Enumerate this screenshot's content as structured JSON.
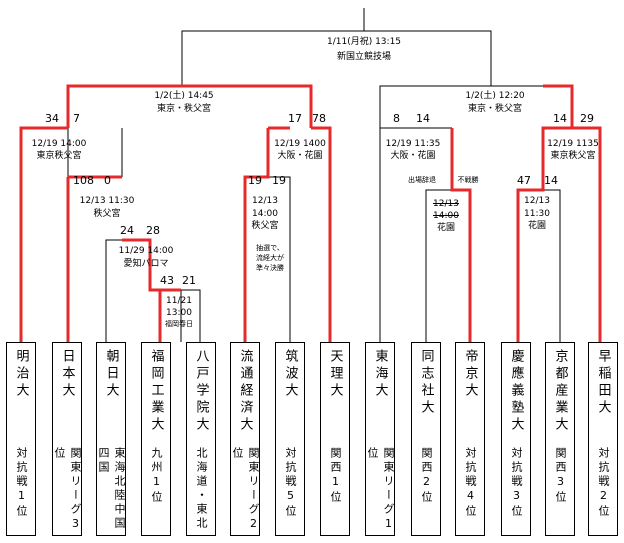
{
  "final": {
    "date": "1/11(月祝) 13:15",
    "venue": "新国立競技場"
  },
  "semis": [
    {
      "date": "1/2(土) 14:45",
      "venue": "東京・秩父宮"
    },
    {
      "date": "1/2(土) 12:20",
      "venue": "東京・秩父宮"
    }
  ],
  "quarters": [
    {
      "date": "12/19 14:00",
      "venue": "東京秩父宮"
    },
    {
      "date": "12/19 1400",
      "venue": "大阪・花園"
    },
    {
      "date": "12/19 11:35",
      "venue": "大阪・花園"
    },
    {
      "date": "12/19 1135",
      "venue": "東京秩父宮"
    }
  ],
  "r3": [
    {
      "date": "12/13 11:30",
      "venue": "秩父宮"
    },
    {
      "date": "12/13",
      "time": "14:00",
      "venue": "秩父宮"
    },
    {
      "date": "12/13",
      "time": "14:00",
      "venue": "花園"
    },
    {
      "date": "12/13",
      "time": "11:30",
      "venue": "花園"
    }
  ],
  "r2": {
    "date": "11/29 14:00",
    "venue": "愛知パロマ"
  },
  "r1": {
    "date": "11/21",
    "time": "13:00",
    "venue": "福岡春日"
  },
  "notes": {
    "lottery_l1": "抽選で、",
    "lottery_l2": "流経大が",
    "lottery_l3": "準々決勝",
    "withdraw": "出場辞退",
    "walkover": "不戦勝"
  },
  "scores": {
    "sf1_left": "34",
    "sf1_right": "7",
    "sf1b_left": "17",
    "sf1b_right": "78",
    "sf2_left": "8",
    "sf2_right": "14",
    "sf2b_left": "14",
    "sf2b_right": "29",
    "qf1_left": "108",
    "qf1_right": "0",
    "qf2_left": "19",
    "qf2_right": "19",
    "qf4_left": "47",
    "qf4_right": "14",
    "r3a_left": "24",
    "r3a_right": "28",
    "r2_left": "43",
    "r2_right": "21"
  },
  "teams": [
    {
      "name": "明治大",
      "qual": "対抗戦1位"
    },
    {
      "name": "日本大",
      "qual": "関東リーグ3位"
    },
    {
      "name": "朝日大",
      "qual": "東海北陸中国四国"
    },
    {
      "name": "福岡工業大",
      "qual": "九州1位"
    },
    {
      "name": "八戸学院大",
      "qual": "北海道・東北"
    },
    {
      "name": "流通経済大",
      "qual": "関東リーグ2位"
    },
    {
      "name": "筑波大",
      "qual": "対抗戦5位"
    },
    {
      "name": "天理大",
      "qual": "関西1位"
    },
    {
      "name": "東海大",
      "qual": "関東リーグ1位"
    },
    {
      "name": "同志社大",
      "qual": "関西2位"
    },
    {
      "name": "帝京大",
      "qual": "対抗戦4位"
    },
    {
      "name": "慶應義塾大",
      "qual": "対抗戦3位"
    },
    {
      "name": "京都産業大",
      "qual": "関西3位"
    },
    {
      "name": "早稲田大",
      "qual": "対抗戦2位"
    }
  ],
  "colors": {
    "win": "#e8292b",
    "line": "#000000"
  }
}
